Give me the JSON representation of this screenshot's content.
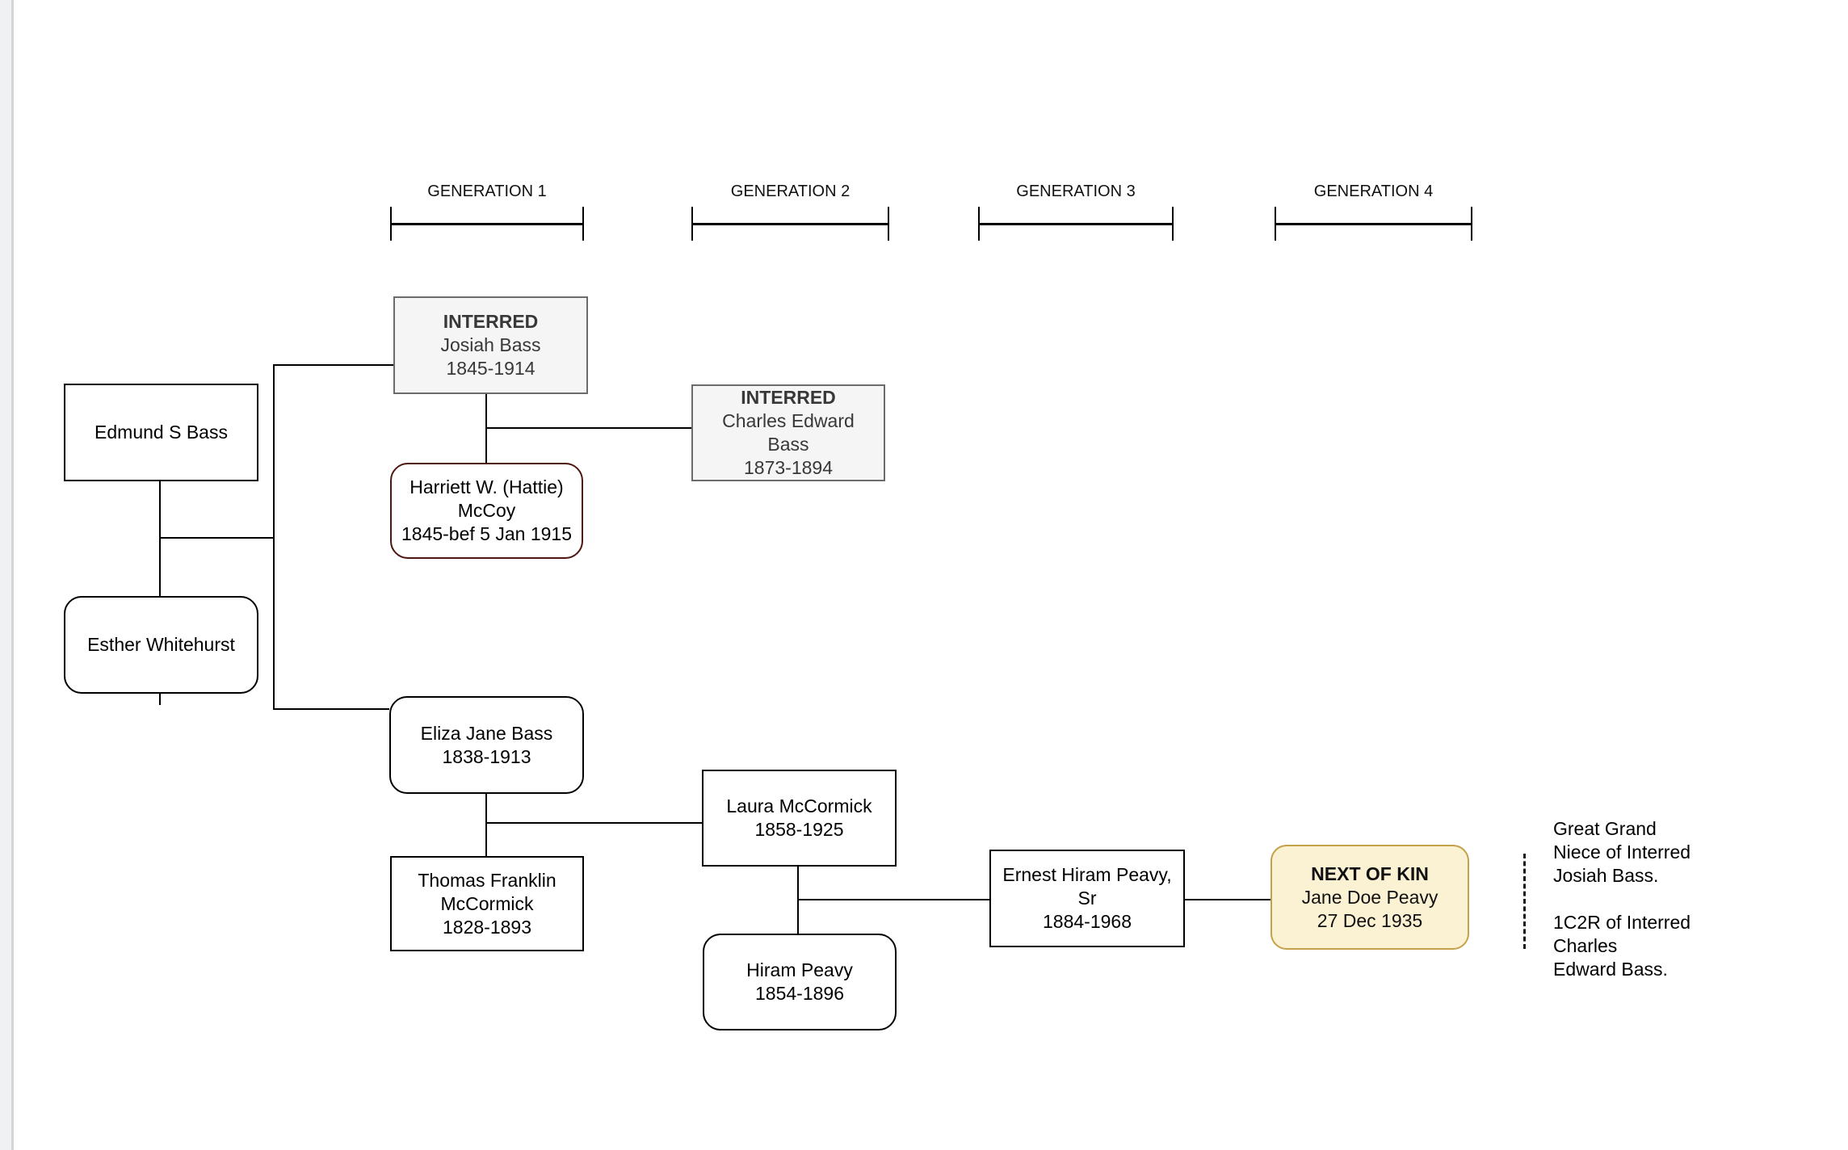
{
  "header": {
    "generations": [
      "GENERATION 1",
      "GENERATION 2",
      "GENERATION 3",
      "GENERATION 4"
    ]
  },
  "people": {
    "edmund": {
      "lines": [
        "Edmund S Bass"
      ]
    },
    "esther": {
      "lines": [
        "Esther Whitehurst"
      ]
    },
    "josiah": {
      "tag": "INTERRED",
      "lines": [
        "Josiah Bass",
        "1845-1914"
      ]
    },
    "harriett": {
      "lines": [
        "Harriett W. (Hattie)",
        "McCoy",
        "1845-bef 5 Jan 1915"
      ]
    },
    "charles": {
      "tag": "INTERRED",
      "lines": [
        "Charles Edward",
        "Bass",
        "1873-1894"
      ]
    },
    "eliza": {
      "lines": [
        "Eliza Jane Bass",
        "1838-1913"
      ]
    },
    "thomas": {
      "lines": [
        "Thomas Franklin",
        "McCormick",
        "1828-1893"
      ]
    },
    "laura": {
      "lines": [
        "Laura McCormick",
        "1858-1925"
      ]
    },
    "hiram": {
      "lines": [
        "Hiram Peavy",
        "1854-1896"
      ]
    },
    "ernest": {
      "lines": [
        "Ernest Hiram Peavy,",
        "Sr",
        "1884-1968"
      ]
    },
    "nok": {
      "tag": "NEXT OF KIN",
      "lines": [
        "Jane Doe Peavy",
        "27 Dec 1935"
      ]
    }
  },
  "annotation": {
    "lines": [
      "Great Grand",
      "Niece of Interred",
      "Josiah Bass.",
      "",
      "1C2R of Interred",
      "Charles",
      "Edward Bass."
    ]
  },
  "colors": {
    "interred_fill": "#f5f5f5",
    "interred_border": "#6b6b6b",
    "maroon_border": "#4e1511",
    "nok_fill": "#fbf1d3",
    "nok_border": "#c5a24a",
    "line": "#000000",
    "panel_edge": "#f0f1f3"
  }
}
